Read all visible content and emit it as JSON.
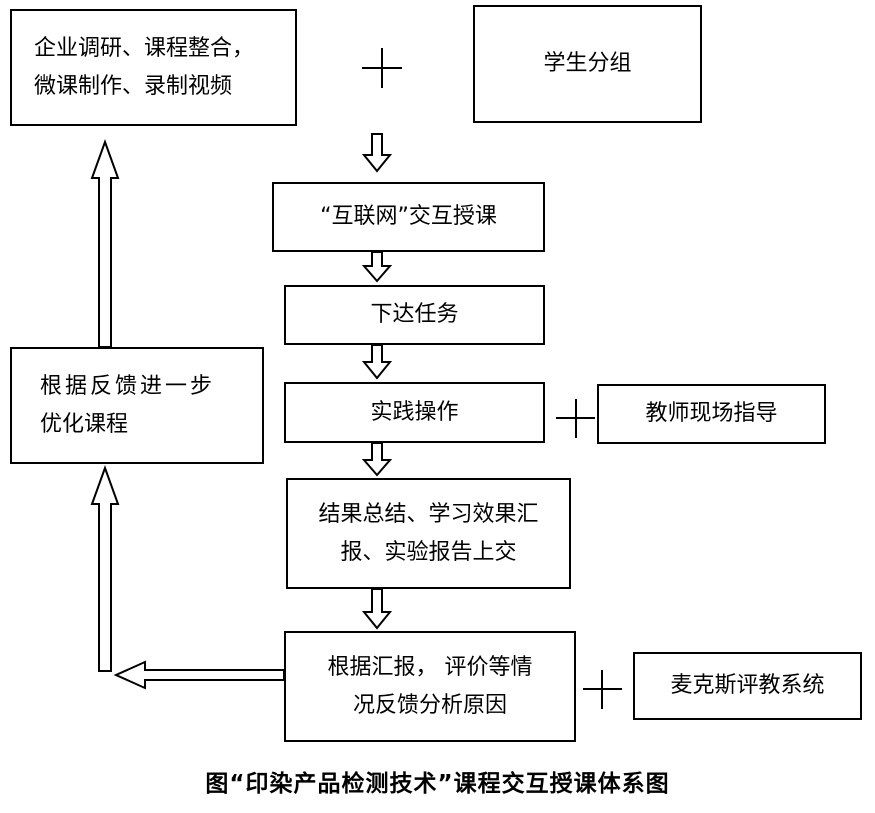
{
  "boxes": {
    "enterprise_research": {
      "lines": [
        "企业调研、课程整合，",
        "微课制作、录制视频"
      ]
    },
    "student_grouping": {
      "lines": [
        "学生分组"
      ]
    },
    "internet_teaching": {
      "lines": [
        "“互联网”交互授课"
      ]
    },
    "assign_task": {
      "lines": [
        "下达任务"
      ]
    },
    "practice_operation": {
      "lines": [
        "实践操作"
      ]
    },
    "teacher_guidance": {
      "lines": [
        "教师现场指导"
      ]
    },
    "result_summary": {
      "lines": [
        "结果总结、学习效果汇",
        "报、实验报告上交"
      ]
    },
    "feedback_analysis": {
      "lines": [
        "根据汇报， 评价等情",
        "况反馈分析原因"
      ]
    },
    "maxwell_system": {
      "lines": [
        "麦克斯评教系统"
      ]
    },
    "optimize_course": {
      "lines": [
        "根据反馈进一步",
        "优化课程"
      ]
    }
  },
  "plus_symbols": [
    "+",
    "+",
    "+"
  ],
  "caption": "图“印染产品检测技术”课程交互授课体系图"
}
